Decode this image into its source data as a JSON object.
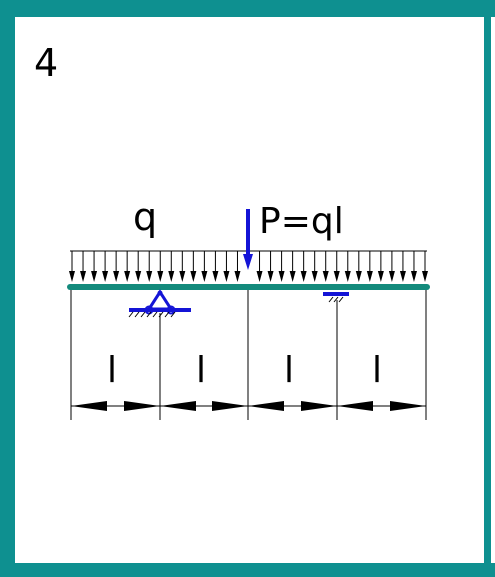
{
  "figure": {
    "number": "4",
    "load_label": "q",
    "force_label": "P=ql",
    "span_labels": [
      "l",
      "l",
      "l",
      "l"
    ]
  },
  "colors": {
    "frame": "#0e9090",
    "beam": "#138a7c",
    "support": "#1414d6",
    "force": "#1414d6",
    "ink": "#000000"
  }
}
